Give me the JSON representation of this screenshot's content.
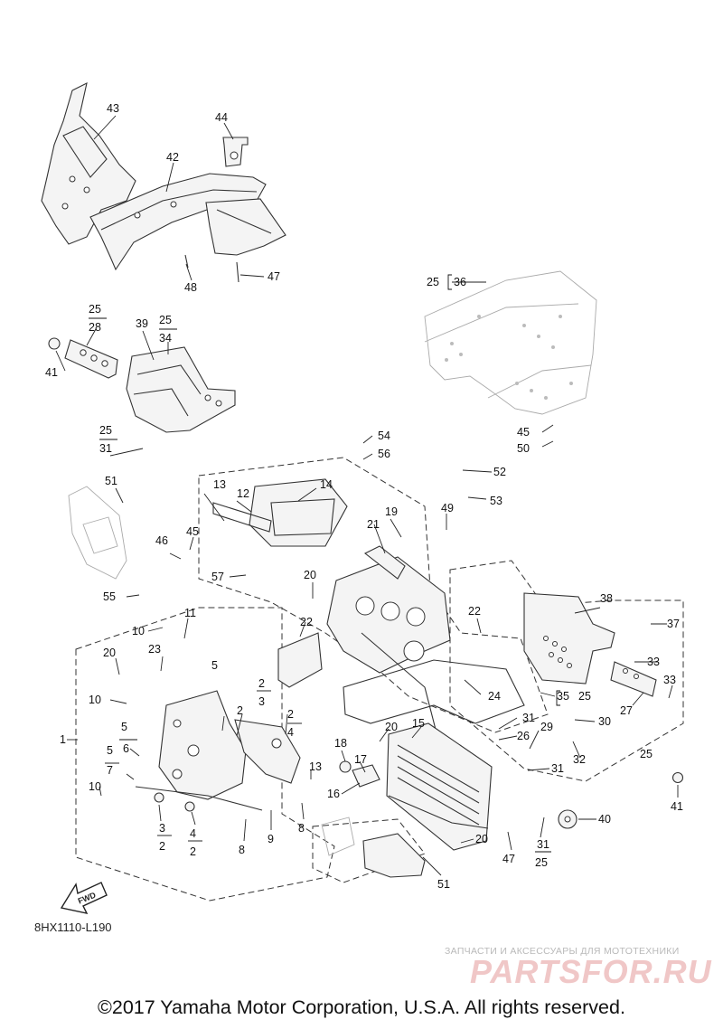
{
  "callouts": [
    "1",
    "2",
    "3",
    "4",
    "5",
    "6",
    "7",
    "8",
    "9",
    "10",
    "11",
    "12",
    "13",
    "14",
    "15",
    "16",
    "17",
    "18",
    "19",
    "20",
    "21",
    "22",
    "23",
    "24",
    "25",
    "26",
    "27",
    "28",
    "29",
    "30",
    "31",
    "32",
    "33",
    "34",
    "35",
    "36",
    "37",
    "38",
    "39",
    "40",
    "41",
    "42",
    "43",
    "44",
    "45",
    "46",
    "47",
    "48",
    "49",
    "50",
    "51",
    "52",
    "53",
    "54",
    "55",
    "56",
    "57"
  ],
  "diagram_code": "8HX1110-L190",
  "fwd_label": "FWD",
  "watermark": {
    "tagline": "ЗАПЧАСТИ И АКСЕССУАРЫ ДЛЯ МОТОТЕХНИКИ",
    "brand": "PARTSFOR.RU"
  },
  "copyright": "©2017 Yamaha Motor Corporation, U.S.A. All rights reserved."
}
